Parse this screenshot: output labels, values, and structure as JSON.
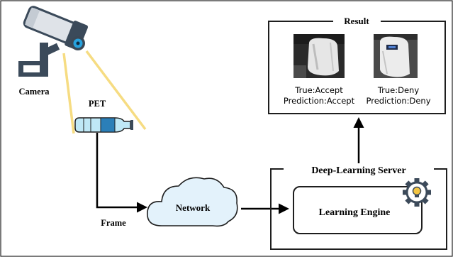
{
  "camera": {
    "label": "Camera",
    "icon": "security-camera-icon"
  },
  "bottle": {
    "label": "PET",
    "icon": "pet-bottle-icon"
  },
  "flow": {
    "frame_label": "Frame"
  },
  "network": {
    "label": "Network",
    "icon": "cloud-icon"
  },
  "server": {
    "title": "Deep-Learning Server",
    "engine_label": "Learning Engine",
    "engine_icon": "gear-bulb-icon"
  },
  "result": {
    "title": "Result",
    "items": [
      {
        "true_label": "True:Accept",
        "prediction_label": "Prediction:Accept",
        "image": "bottle-photo-accept"
      },
      {
        "true_label": "True:Deny",
        "prediction_label": "Prediction:Deny",
        "image": "bottle-photo-deny"
      }
    ]
  },
  "colors": {
    "camera_body": "#dfe3e8",
    "camera_lens": "#3a4856",
    "camera_mount": "#3b4a5a",
    "camera_lens_ring": "#27a2de",
    "view_cone": "#f6dc82",
    "bottle_body": "#bfe8f6",
    "bottle_label": "#2b7fb8",
    "cloud_fill": "#e3f2fb",
    "cloud_stroke": "#1e1e1e",
    "gear": "#3c4a5a",
    "bulb": "#f4c542"
  }
}
